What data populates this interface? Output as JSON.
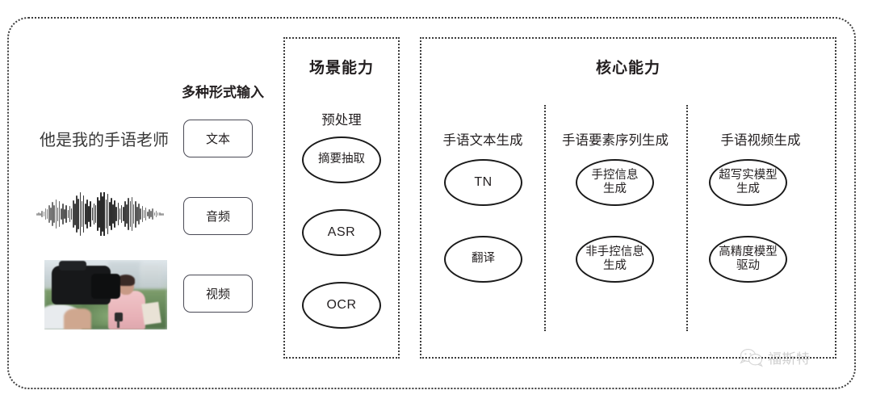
{
  "diagram": {
    "input_section": {
      "heading": "多种形式输入",
      "sample_text": "他是我的手语老师",
      "waveform_icon": "audio-waveform",
      "video_icon": "video-thumbnail",
      "chips": [
        {
          "label": "文本"
        },
        {
          "label": "音频"
        },
        {
          "label": "视频"
        }
      ]
    },
    "scene_panel": {
      "title": "场景能力",
      "column_label": "预处理",
      "nodes": [
        {
          "label": "摘要抽取",
          "script": "cjk"
        },
        {
          "label": "ASR",
          "script": "latin"
        },
        {
          "label": "OCR",
          "script": "latin"
        }
      ]
    },
    "core_panel": {
      "title": "核心能力",
      "columns": [
        {
          "label": "手语文本生成",
          "nodes": [
            {
              "line1": "TN",
              "line2": "",
              "script": "latin"
            },
            {
              "line1": "翻译",
              "line2": "",
              "script": "cjk"
            }
          ]
        },
        {
          "label": "手语要素序列生成",
          "nodes": [
            {
              "line1": "手控信息",
              "line2": "生成",
              "script": "cjk"
            },
            {
              "line1": "非手控信息",
              "line2": "生成",
              "script": "cjk"
            }
          ]
        },
        {
          "label": "手语视频生成",
          "nodes": [
            {
              "line1": "超写实模型",
              "line2": "生成",
              "script": "cjk"
            },
            {
              "line1": "高精度模型",
              "line2": "驱动",
              "script": "cjk"
            }
          ]
        }
      ]
    },
    "watermark": {
      "icon": "wechat-icon",
      "text": "福斯特"
    },
    "colors": {
      "background": "#ffffff",
      "stroke": "#231f20",
      "dotted_border": "#3c3c3c",
      "chip_border": "#4a4a55",
      "watermark_text": "#8e8e8e"
    }
  }
}
